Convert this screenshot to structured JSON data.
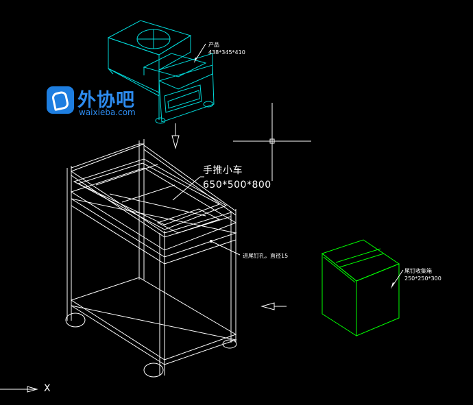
{
  "labels": {
    "product_name": "产品",
    "product_size": "438*345*410",
    "cart_name": "手推小车",
    "cart_size": "650*500*800",
    "hole_note": "进尾钉孔，直径15",
    "box_name": "尾钉收集箱",
    "box_size": "250*250*300"
  },
  "watermark": {
    "cn_text": "外协吧",
    "en_text": "waixieba.com",
    "color": "#2d8cf0"
  },
  "ucs": {
    "x_label": "X"
  },
  "colors": {
    "background": "#000000",
    "product_lines": "#00d8d8",
    "cart_lines": "#ffffff",
    "box_lines": "#00ff00"
  }
}
